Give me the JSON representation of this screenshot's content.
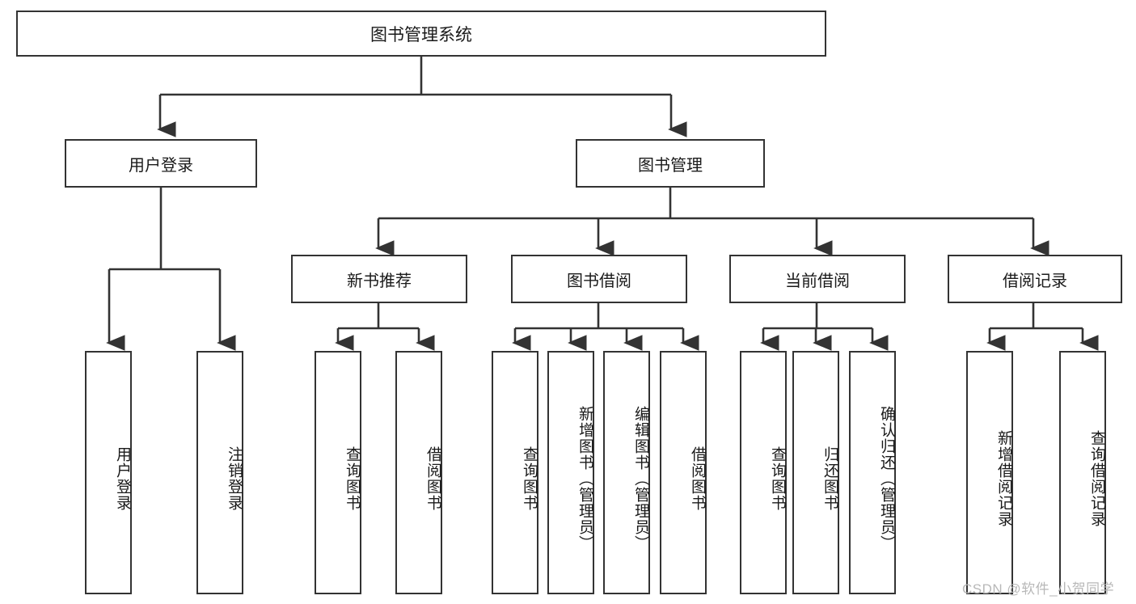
{
  "diagram": {
    "title_node": {
      "label": "图书管理系统"
    },
    "level1": [
      {
        "id": "user-login",
        "label": "用户登录"
      },
      {
        "id": "book-manage",
        "label": "图书管理"
      }
    ],
    "level2": [
      {
        "id": "new-book-recommend",
        "label": "新书推荐"
      },
      {
        "id": "book-borrow",
        "label": "图书借阅"
      },
      {
        "id": "current-borrow",
        "label": "当前借阅"
      },
      {
        "id": "borrow-record",
        "label": "借阅记录"
      }
    ],
    "leaves": [
      {
        "id": "leaf-user-login",
        "label": "用户登录"
      },
      {
        "id": "leaf-logout",
        "label": "注销登录"
      },
      {
        "id": "leaf-query-book-1",
        "label": "查询图书"
      },
      {
        "id": "leaf-borrow-book-1",
        "label": "借阅图书"
      },
      {
        "id": "leaf-query-book-2",
        "label": "查询图书"
      },
      {
        "id": "leaf-add-book",
        "label": "新增图书（管理员）"
      },
      {
        "id": "leaf-edit-book",
        "label": "编辑图书（管理员）"
      },
      {
        "id": "leaf-borrow-book-2",
        "label": "借阅图书"
      },
      {
        "id": "leaf-query-book-3",
        "label": "查询图书"
      },
      {
        "id": "leaf-return-book",
        "label": "归还图书"
      },
      {
        "id": "leaf-confirm-return",
        "label": "确认归还（管理员）"
      },
      {
        "id": "leaf-add-record",
        "label": "新增借阅记录"
      },
      {
        "id": "leaf-query-record",
        "label": "查询借阅记录"
      }
    ],
    "watermark": "CSDN @软件_小贺同学",
    "colors": {
      "border": "#333333",
      "background": "#ffffff",
      "text": "#1a1a1a",
      "wire": "#333333",
      "watermark": "#b8b8b8"
    }
  }
}
